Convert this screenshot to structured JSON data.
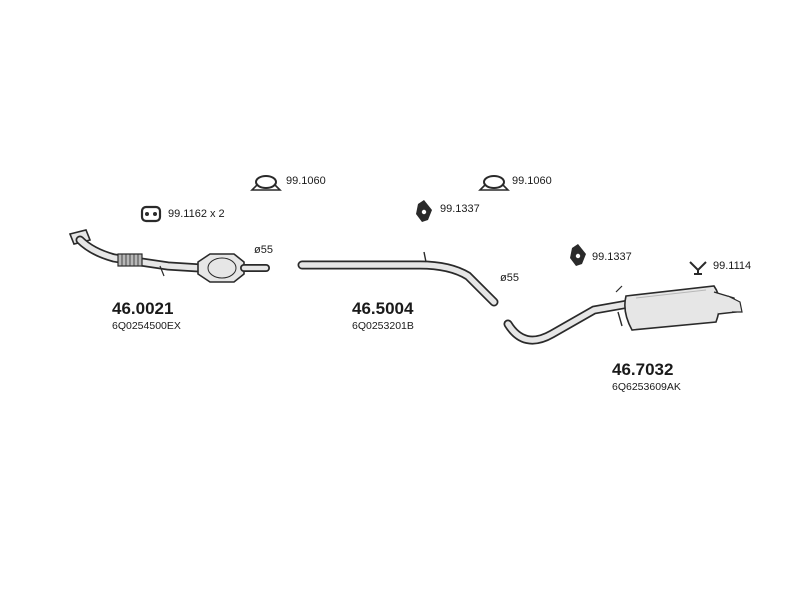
{
  "accessories": [
    {
      "icon": "clamp-icon",
      "label": "99.1060"
    },
    {
      "icon": "clamp-icon",
      "label": "99.1060"
    },
    {
      "icon": "rubber-mount-icon",
      "label": "99.1162 x 2"
    },
    {
      "icon": "hanger-icon",
      "label": "99.1337"
    },
    {
      "icon": "hanger-icon",
      "label": "99.1337"
    },
    {
      "icon": "bracket-icon",
      "label": "99.1114"
    }
  ],
  "parts": [
    {
      "number": "46.0021",
      "oem": "6Q0254500EX",
      "diameter": "ø55"
    },
    {
      "number": "46.5004",
      "oem": "6Q0253201B",
      "diameter": "ø55"
    },
    {
      "number": "46.7032",
      "oem": "6Q6253609AK"
    }
  ],
  "colors": {
    "line": "#2a2a2a",
    "fill": "#e6e6e6",
    "shade": "#b8b8b8"
  }
}
